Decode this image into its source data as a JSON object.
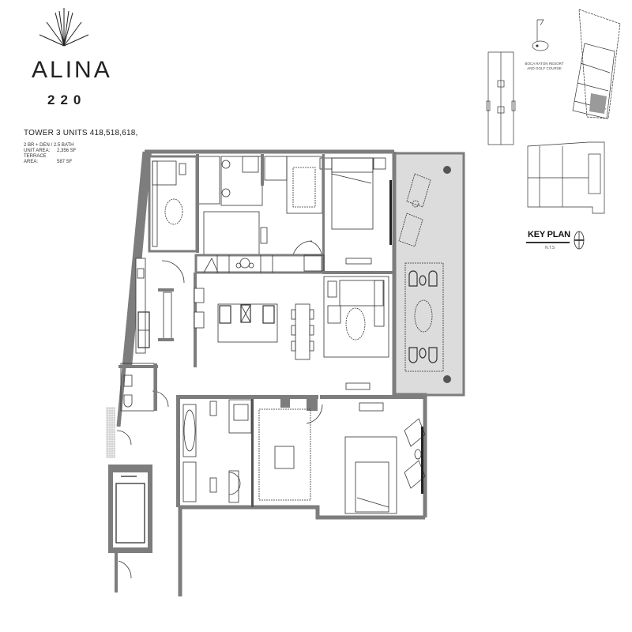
{
  "brand": {
    "name": "ALINA",
    "number": "220",
    "logo_icon": "sunburst-logo-icon"
  },
  "unit": {
    "tower_line": "TOWER 3 UNITS 418,518,618,",
    "layout": "2 BR + DEN / 2.5 BATH",
    "unit_area_label": "UNIT AREA:",
    "unit_area_value": "2,356 SF",
    "terrace_area_label": "TERRACE AREA:",
    "terrace_area_value": "587 SF"
  },
  "key_plan": {
    "title": "KEY PLAN",
    "scale": "N.T.S",
    "landmark": "BOCA RATON RESORT AND GOLF COURSE",
    "landmark_line1": "BOCA RATON RESORT",
    "landmark_line2": "AND GOLF COURSE",
    "highlight_color": "#9a9a9a",
    "north_icon": "north-arrow-icon",
    "golf_icon": "golf-flag-icon"
  },
  "floor_plan": {
    "wall_color": "#7d7d7d",
    "terrace_fill": "#dcdcdc",
    "rooms": [
      {
        "id": "den"
      },
      {
        "id": "closet"
      },
      {
        "id": "bath-2"
      },
      {
        "id": "foyer"
      },
      {
        "id": "wic-1"
      },
      {
        "id": "bedroom-2"
      },
      {
        "id": "laundry"
      },
      {
        "id": "kitchen"
      },
      {
        "id": "dining"
      },
      {
        "id": "great-room"
      },
      {
        "id": "terrace"
      },
      {
        "id": "powder"
      },
      {
        "id": "entry"
      },
      {
        "id": "master-bath"
      },
      {
        "id": "master-wic"
      },
      {
        "id": "master-bedroom"
      },
      {
        "id": "elevator"
      }
    ]
  }
}
